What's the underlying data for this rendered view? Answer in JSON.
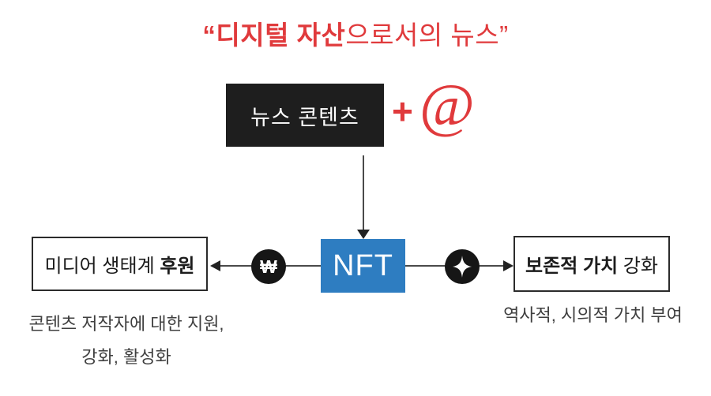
{
  "title": {
    "bold": "“디지털 자산",
    "regular": "으로서의 뉴스”"
  },
  "source": {
    "label": "뉴스 콘텐츠"
  },
  "operator": {
    "plus": "+",
    "at": "@"
  },
  "center": {
    "label": "NFT"
  },
  "left_branch": {
    "box_regular": "미디어 생태계 ",
    "box_bold": "후원",
    "icon": "won-currency-icon",
    "icon_glyph": "₩",
    "caption_line1": "콘텐츠 저작자에 대한 지원,",
    "caption_line2": "강화, 활성화"
  },
  "right_branch": {
    "box_bold": "보존적 가치",
    "box_regular": " 강화",
    "icon": "diamond-icon",
    "caption": "역사적, 시의적 가치 부여"
  },
  "colors": {
    "accent_red": "#e03a3c",
    "nft_blue": "#2e7dc1",
    "box_black": "#1e1e1e",
    "badge_black": "#161616",
    "caption_gray": "#3f3f3f"
  }
}
